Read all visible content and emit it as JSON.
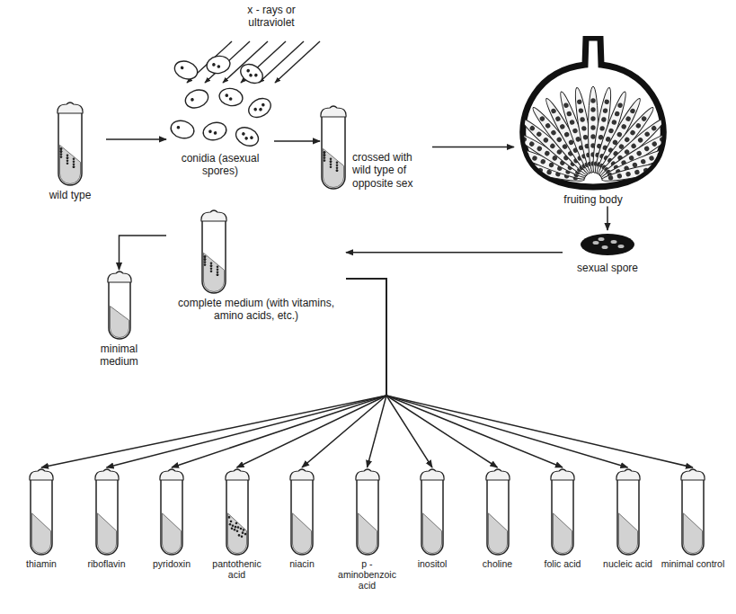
{
  "diagram": {
    "nodes": [
      {
        "text": [
          "wild type"
        ]
      },
      {
        "text": [
          "conidia (asexual spores)"
        ]
      },
      {
        "text": [
          "crossed with wild type of opposite sex"
        ]
      },
      {
        "text": [
          "fruiting body"
        ]
      },
      {
        "text": [
          "complete medium (with vitamins, amino acids, etc.)"
        ]
      },
      {
        "text": [
          "sexual spore"
        ]
      },
      {
        "text": [
          "minimal medium"
        ]
      },
      {
        "text": [
          "thiamin"
        ]
      },
      {
        "text": [
          "riboflavin"
        ]
      },
      {
        "text": [
          "pyridoxin"
        ]
      },
      {
        "text": [
          "pantothenic acid"
        ]
      },
      {
        "text": [
          "niacin"
        ]
      },
      {
        "text": [
          "p - aminobenzoic acid"
        ]
      },
      {
        "text": [
          "inositol"
        ]
      },
      {
        "text": [
          "choline"
        ]
      },
      {
        "text": [
          "folic acid"
        ]
      },
      {
        "text": [
          "nucleic acid"
        ]
      },
      {
        "text": [
          "minimal control"
        ]
      }
    ],
    "edges": [
      {
        "from": 0,
        "to": 1,
        "arrow": "to"
      },
      {
        "from": 1,
        "to": 2,
        "arrow": "to"
      },
      {
        "from": 2,
        "to": 3,
        "arrow": "to"
      },
      {
        "from": 3,
        "to": 5,
        "arrow": "to"
      },
      {
        "from": 5,
        "to": 4,
        "arrow": "to"
      },
      {
        "from": 4,
        "to": 6,
        "arrow": "to"
      },
      {
        "from": 4,
        "to": 7,
        "arrow": "to"
      },
      {
        "from": 4,
        "to": 8,
        "arrow": "to"
      },
      {
        "from": 4,
        "to": 9,
        "arrow": "to"
      },
      {
        "from": 4,
        "to": 10,
        "arrow": "to"
      },
      {
        "from": 4,
        "to": 11,
        "arrow": "to"
      },
      {
        "from": 4,
        "to": 12,
        "arrow": "to"
      },
      {
        "from": 4,
        "to": 13,
        "arrow": "to"
      },
      {
        "from": 4,
        "to": 14,
        "arrow": "to"
      },
      {
        "from": 4,
        "to": 15,
        "arrow": "to"
      },
      {
        "from": 4,
        "to": 16,
        "arrow": "to"
      },
      {
        "from": 4,
        "to": 17,
        "arrow": "to"
      }
    ],
    "labels": [
      "x - rays or ultraviolet"
    ]
  }
}
